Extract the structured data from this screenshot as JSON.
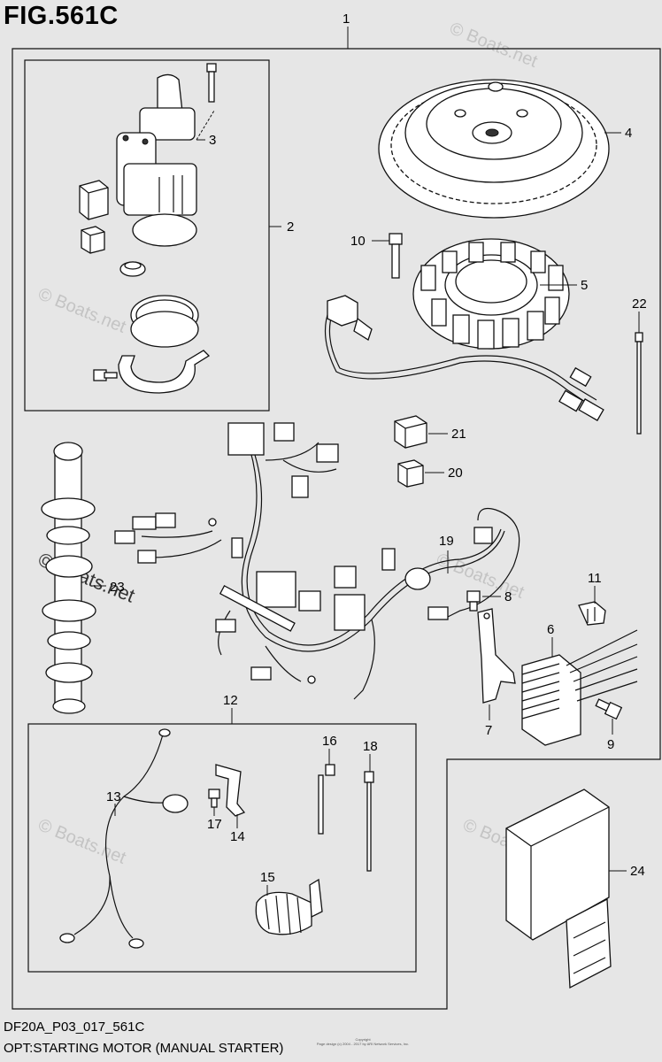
{
  "figure": {
    "title": "FIG.561C",
    "code": "DF20A_P03_017_561C",
    "description": "OPT:STARTING MOTOR (MANUAL STARTER)",
    "copyright": "Copyright\nPage design (c) 2004 - 2017 by ARI Network Services, Inc."
  },
  "watermark": "© Boats.net",
  "callouts": {
    "c1": "1",
    "c2": "2",
    "c3": "3",
    "c4": "4",
    "c5": "5",
    "c6": "6",
    "c7": "7",
    "c8": "8",
    "c9": "9",
    "c10": "10",
    "c11": "11",
    "c12": "12",
    "c13": "13",
    "c14": "14",
    "c15": "15",
    "c16": "16",
    "c17": "17",
    "c18": "18",
    "c19": "19",
    "c20": "20",
    "c21": "21",
    "c22": "22",
    "c23": "23",
    "c24": "24"
  }
}
